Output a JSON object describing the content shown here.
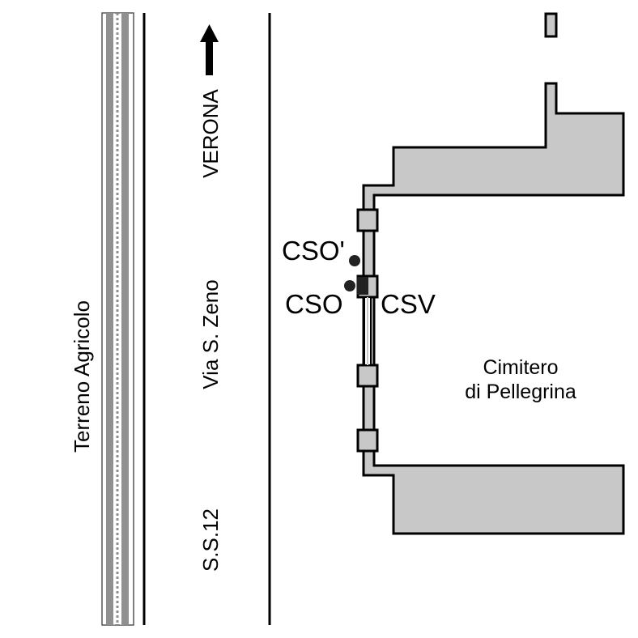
{
  "map": {
    "labels": {
      "field": "Terreno Agricolo",
      "road_name": "Via S. Zeno",
      "road_code": "S.S.12",
      "direction": "VERONA",
      "cemetery_line1": "Cimitero",
      "cemetery_line2": "di Pellegrina",
      "station_cso_prime": "CSO'",
      "station_cso": "CSO",
      "station_csv": "CSV"
    },
    "colors": {
      "wall_fill": "#c8c8c8",
      "outline": "#000000",
      "rail_gray": "#909090",
      "background": "#ffffff"
    },
    "icons": {
      "direction_arrow": "arrow-up-icon",
      "station_marker": "dot-marker-icon"
    }
  }
}
